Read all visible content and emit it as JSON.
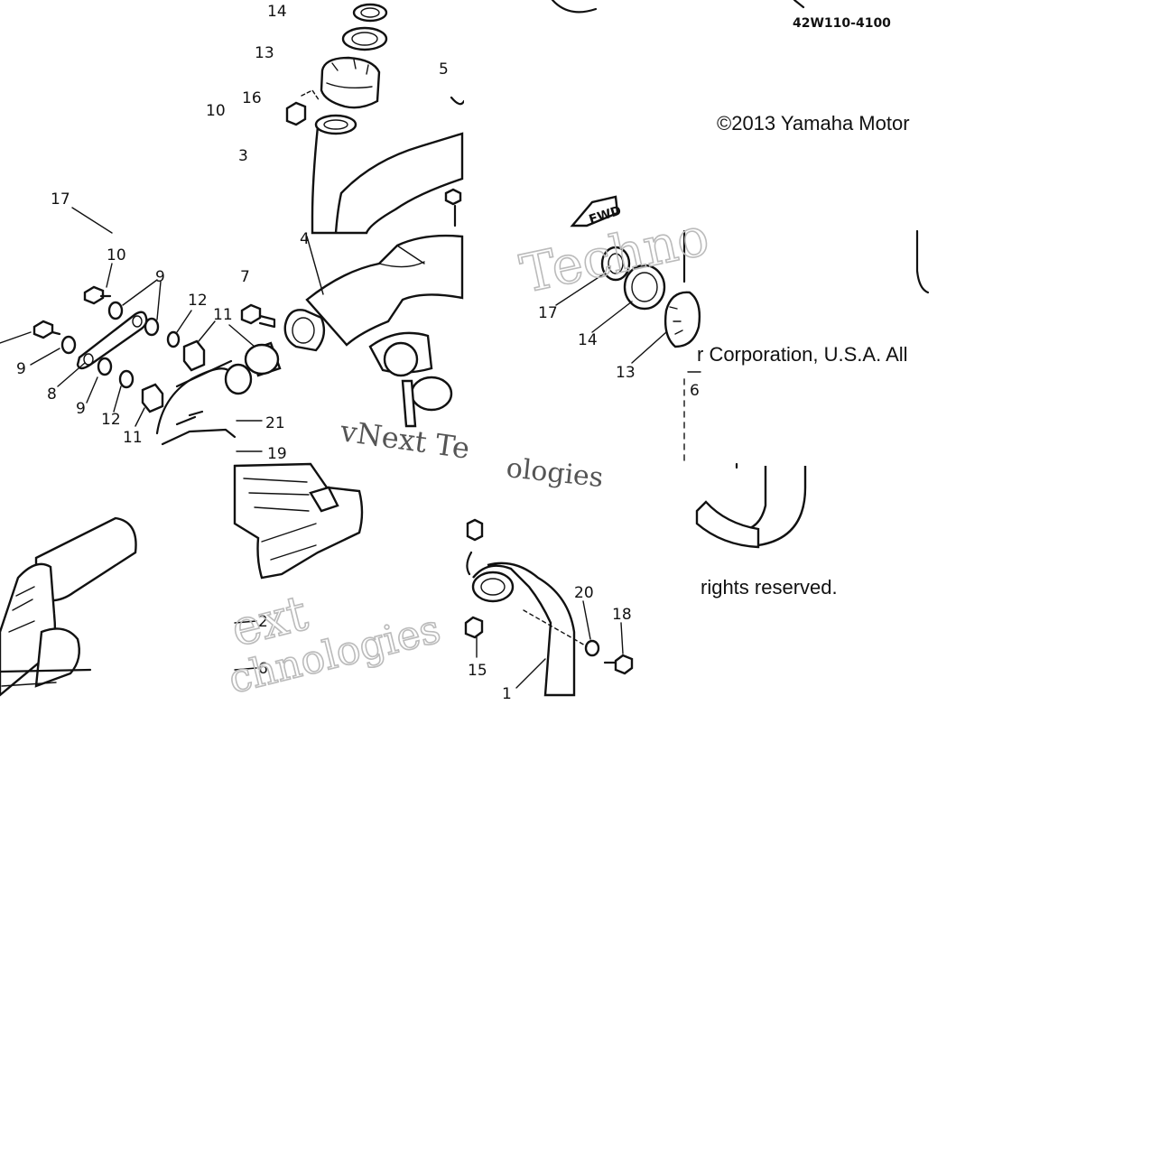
{
  "diagram": {
    "part_number": "42W110-4100",
    "copyright_fragments": [
      "©2013 Yamaha Motor",
      "r Corporation, U.S.A. All",
      "rights reserved."
    ],
    "watermark_fragments": [
      "Techno",
      "vNext Te",
      "ologies",
      "ext",
      "chnologies"
    ],
    "direction_badge": "FWD",
    "callouts": [
      "14",
      "13",
      "5",
      "16",
      "10",
      "3",
      "17",
      "10",
      "9",
      "12",
      "7",
      "4",
      "11",
      "9",
      "8",
      "9",
      "12",
      "11",
      "21",
      "19",
      "2",
      "6",
      "17",
      "14",
      "13",
      "6",
      "20",
      "18",
      "15",
      "1"
    ]
  }
}
